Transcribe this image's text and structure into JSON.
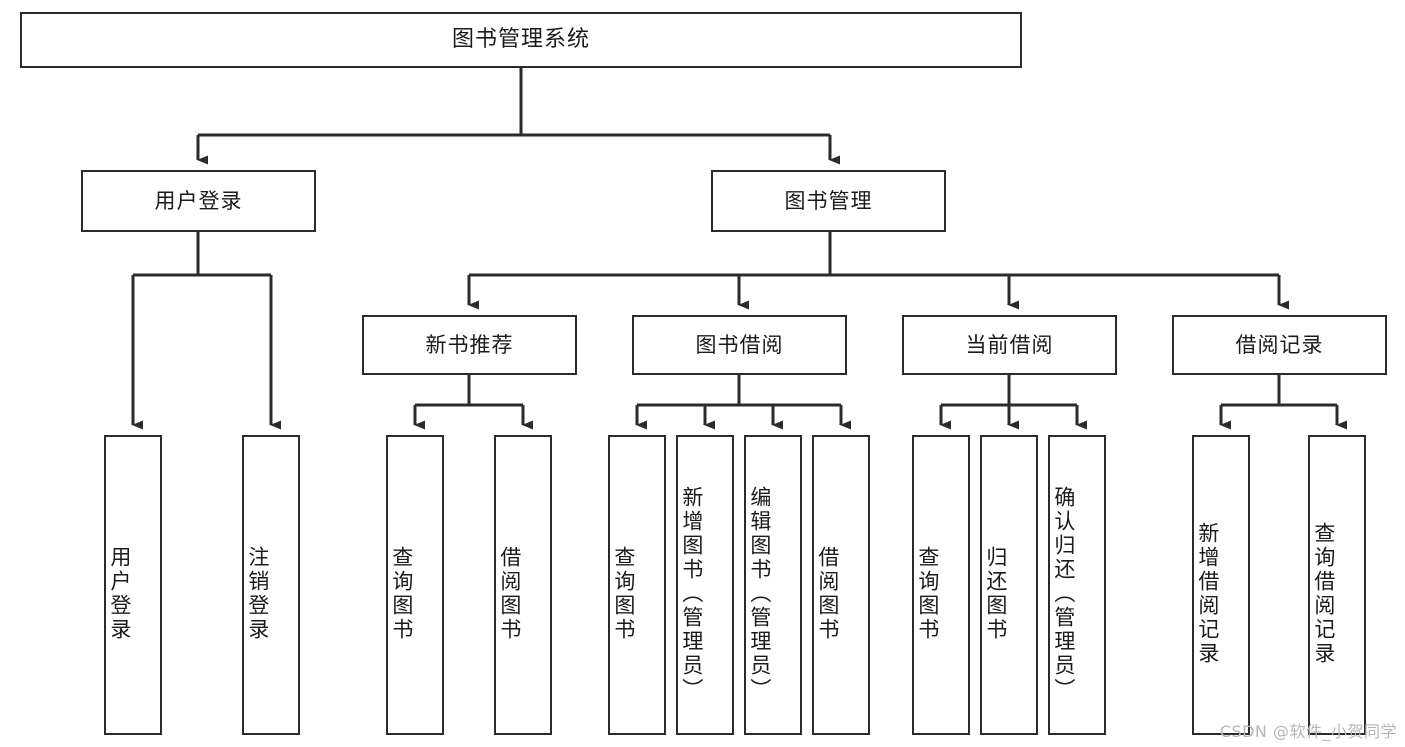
{
  "diagram": {
    "title": "图书管理系统",
    "type": "tree-hierarchy",
    "root": {
      "label": "图书管理系统"
    },
    "level1": [
      {
        "label": "用户登录"
      },
      {
        "label": "图书管理"
      }
    ],
    "level2": [
      {
        "label": "新书推荐"
      },
      {
        "label": "图书借阅"
      },
      {
        "label": "当前借阅"
      },
      {
        "label": "借阅记录"
      }
    ],
    "leaves": {
      "user_login": [
        {
          "label": "用户登录"
        },
        {
          "label": "注销登录"
        }
      ],
      "new_book_recommend": [
        {
          "label": "查询图书"
        },
        {
          "label": "借阅图书"
        }
      ],
      "book_borrow": [
        {
          "label": "查询图书"
        },
        {
          "label": "新增图书（管理员）"
        },
        {
          "label": "编辑图书（管理员）"
        },
        {
          "label": "借阅图书"
        }
      ],
      "current_borrow": [
        {
          "label": "查询图书"
        },
        {
          "label": "归还图书"
        },
        {
          "label": "确认归还（管理员）"
        }
      ],
      "borrow_record": [
        {
          "label": "新增借阅记录"
        },
        {
          "label": "查询借阅记录"
        }
      ]
    }
  },
  "watermark": {
    "text": "CSDN @软件_小贺同学"
  },
  "colors": {
    "border": "#2b2b2b",
    "text": "#1b1b1b",
    "background": "#ffffff",
    "watermark": "#b6b6b6"
  }
}
